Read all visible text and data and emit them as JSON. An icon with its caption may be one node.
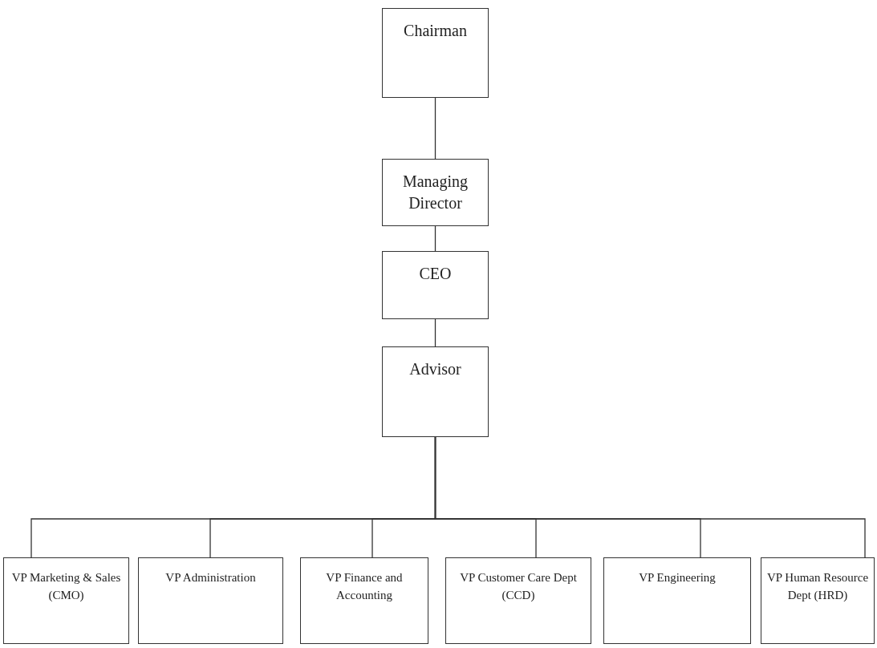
{
  "diagram": {
    "nodes": [
      {
        "text": [
          "Chairman"
        ]
      },
      {
        "text": [
          "Managing Director"
        ]
      },
      {
        "text": [
          "CEO"
        ]
      },
      {
        "text": [
          "Advisor"
        ]
      },
      {
        "text": [
          "VP Marketing & Sales (CMO)"
        ]
      },
      {
        "text": [
          "VP Administration"
        ]
      },
      {
        "text": [
          "VP Finance and Accounting"
        ]
      },
      {
        "text": [
          "VP Customer Care Dept (CCD)"
        ]
      },
      {
        "text": [
          "VP Engineering"
        ]
      },
      {
        "text": [
          "VP Human Resource Dept (HRD)"
        ]
      }
    ],
    "edges": [
      {
        "from": 0,
        "to": 1,
        "arrow": "none"
      },
      {
        "from": 1,
        "to": 2,
        "arrow": "none"
      },
      {
        "from": 2,
        "to": 3,
        "arrow": "none"
      },
      {
        "from": 3,
        "to": 4,
        "arrow": "none"
      },
      {
        "from": 3,
        "to": 5,
        "arrow": "none"
      },
      {
        "from": 3,
        "to": 6,
        "arrow": "none"
      },
      {
        "from": 3,
        "to": 7,
        "arrow": "none"
      },
      {
        "from": 3,
        "to": 8,
        "arrow": "none"
      },
      {
        "from": 3,
        "to": 9,
        "arrow": "none"
      }
    ]
  }
}
